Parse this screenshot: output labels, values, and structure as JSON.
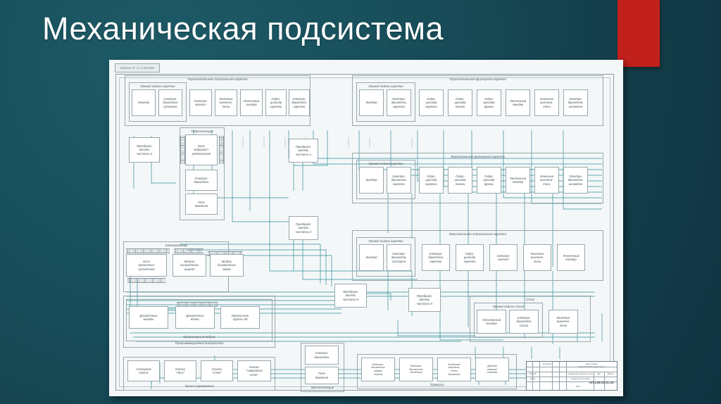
{
  "slide": {
    "title": "Механическая подсистема",
    "accent_red": "#c1201b",
    "background_teal": "#174350"
  },
  "sheet": {
    "corner_label": "ВЗФЭИ ГР 4Т-3 РЛОФВ",
    "title_block": {
      "line1": "Блок-схема",
      "line2": "механической подсистемы",
      "line3": "Схема разбиения",
      "line4": "элементов основных узлов",
      "line5": "Схема структурная",
      "code": "АП.135.01.01.Э1",
      "cols": [
        "Изм.",
        "Лист",
        "№ докум.",
        "Подп.",
        "Дата"
      ],
      "rows": [
        "Разраб.",
        "Пров.",
        "Т.контр.",
        "Н.контр.",
        "Утв."
      ],
      "meta": [
        "Лит.",
        "Масса",
        "Масштаб"
      ],
      "foot_left": "Лист",
      "foot_right": "Листов"
    },
    "groups": [
      {
        "id": "gor-strog",
        "title": "Горизонтальная строгальная каретка",
        "subgroup": {
          "title": "Привод подачи каретки",
          "boxes": [
            "Энкодер",
            "Электро-\nдвигатель\nсуппорта"
          ]
        },
        "boxes": [
          "Электро-\nмагнит",
          "Конечные\nвыключа-\nтели",
          "Ленточный\nэнкодер",
          "Гидро-\nцилиндр\nкаретки",
          "Электро-\nдвигатель\nкаретки"
        ]
      },
      {
        "id": "gor-frez",
        "title": "Горизонтальная фрезерная каретка",
        "subgroup": {
          "title": "Привод подачи каретки",
          "boxes": [
            "Энкодер",
            "Электро-\nдвигатель\nкаретки"
          ]
        },
        "boxes": [
          "Гидро-\nцилиндр\nкаретки",
          "Гидро-\nцилиндр\nпиноли",
          "Гидро-\nцилиндр\nфрезы",
          "Ленточный\nэнкодер",
          "Конечные\nвыключа-\nтели",
          "Электро-\nдвигатель\nшпинделя"
        ]
      },
      {
        "id": "vert-frez",
        "title": "Вертикальная фрезерная каретка",
        "subgroup": {
          "title": "Привод подачи каретки",
          "boxes": [
            "Энкодер",
            "Электро-\nдвигатель\nкаретки"
          ]
        },
        "boxes": [
          "Гидро-\nцилиндр\nкаретки",
          "Гидро-\nцилиндр\nпиноли",
          "Гидро-\nцилиндр\nфрезы",
          "Ленточный\nэнкодер",
          "Конечные\nвыключа-\nтели",
          "Электро-\nдвигатель\nшпинделя"
        ]
      },
      {
        "id": "vert-strog",
        "title": "Вертикальная строгальная каретка",
        "subgroup": {
          "title": "Привод подачи каретки",
          "boxes": [
            "Энкодер",
            "Электро-\nдвигатель\nсуппорта"
          ]
        },
        "boxes": [
          "Электро-\nдвигатель\nкаретки",
          "Гидро-\nцилиндр\nкаретки",
          "Электро-\nмагнит",
          "Конечные\nвыключа-\nтели",
          "Ленточный\nэнкодер"
        ]
      },
      {
        "id": "stol",
        "title": "Стол",
        "subgroup": {
          "title": "Привод подачи стола",
          "boxes": [
            "Абсолютный\nэнкодер",
            "Электро-\nдвигатель\nстола"
          ]
        },
        "boxes": [
          "Конечные\nвыключа-\nтели"
        ]
      },
      {
        "id": "traversa",
        "title": "Траверса",
        "title_position": "bottom",
        "boxes": [
          "Электро-\nдвигатель\nзажим/\nотжим",
          "Электро-\nдвигатель\nдвижения",
          "Конечные\nвыключа-\nтели\nдвижения",
          "Датчик\nзажима/\nотжима"
        ]
      },
      {
        "id": "gidrostanciya",
        "title": "Гидростанция",
        "boxes": [
          "Блок\nгидрорасп-\nределителей",
          "Электро-\nдвигатель",
          "Реле\nдавления"
        ]
      },
      {
        "id": "maslostanciya",
        "title": "Маслостанция",
        "title_position": "bottom",
        "boxes": [
          "Электро-\nдвигатель",
          "Реле\nдавления"
        ]
      },
      {
        "id": "elektroshkaf",
        "title": "Электрошкаф",
        "boxes": [
          "Блок\nмагнитных\nпускателей",
          "Модули\nдискретного\nвывода",
          "Модуль\nдискретного\nввода"
        ]
      },
      {
        "id": "plc",
        "title": "Программируемый контроллер",
        "title_position": "bottom",
        "subgroup": {
          "title": "Процессорный модуль",
          "title_position": "bottom",
          "boxes": [
            "Дискретные\nвыходы",
            "Дискретные\nвходы",
            "Импульсные\nгруппы АВ"
          ]
        },
        "boxes": []
      },
      {
        "id": "pult",
        "title": "Пульт управления",
        "title_position": "bottom",
        "boxes": [
          "Сенсорная\nпанель",
          "Кнопка\n\"Пуск\"",
          "Кнопка\n\"Стоп\"",
          "Кнопка\n\"Аварийный\nстоп\""
        ]
      }
    ],
    "converters": [
      "Преобразо-\nватель\nчастоты 1",
      "Преобразо-\nватель\nчастоты 2",
      "Преобразо-\nватель\nчастоты 3",
      "Преобразо-\nватель\nчастоты 4",
      "Преобразо-\nватель\nчастоты 5"
    ]
  }
}
